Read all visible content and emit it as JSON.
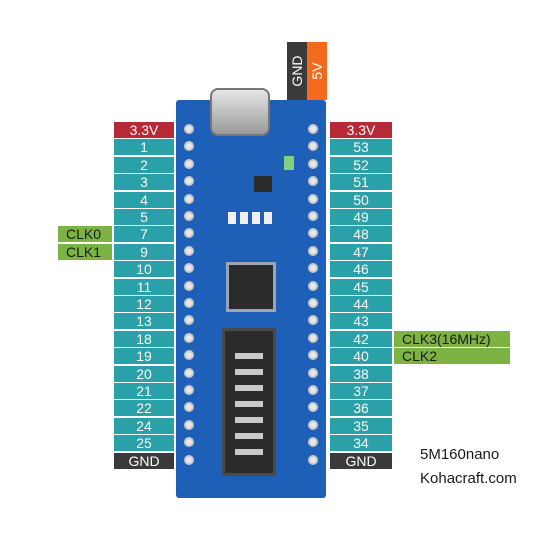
{
  "top_pins": [
    {
      "label": "GND",
      "color": "#3a3a3a"
    },
    {
      "label": "5V",
      "color": "#f26b1d"
    }
  ],
  "left_pins": [
    "3.3V",
    "1",
    "2",
    "3",
    "4",
    "5",
    "7",
    "9",
    "10",
    "11",
    "12",
    "13",
    "18",
    "19",
    "20",
    "21",
    "22",
    "24",
    "25",
    "GND"
  ],
  "right_pins": [
    "3.3V",
    "53",
    "52",
    "51",
    "50",
    "49",
    "48",
    "47",
    "46",
    "45",
    "44",
    "43",
    "42",
    "40",
    "38",
    "37",
    "36",
    "35",
    "34",
    "GND"
  ],
  "left_clocks": [
    {
      "pin": "7",
      "label": "CLK0"
    },
    {
      "pin": "9",
      "label": "CLK1"
    }
  ],
  "right_clocks": [
    {
      "pin": "42",
      "label": "CLK3(16MHz)"
    },
    {
      "pin": "40",
      "label": "CLK2"
    }
  ],
  "caption": {
    "line1": "5M160nano",
    "line2": "Kohacraft.com"
  },
  "colors": {
    "pin_teal": "#2aa0a8",
    "pin_red": "#b62a35",
    "pin_dark": "#3a3a3a",
    "clock_green": "#7cb342",
    "pcb_blue": "#1e5fb8"
  }
}
